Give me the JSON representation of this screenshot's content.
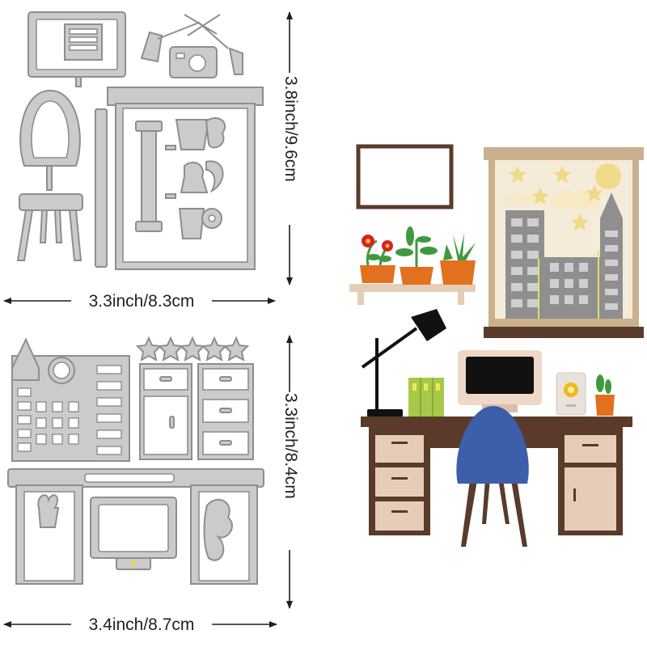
{
  "dimensions": {
    "top_width": "3.3inch/8.3cm",
    "top_height": "3.8inch/9.6cm",
    "bottom_width": "3.4inch/8.7cm",
    "bottom_height": "3.3inch/8.4cm"
  },
  "colors": {
    "die_fill": "#cbcbcb",
    "die_edge": "#8e8e8e",
    "wood_dark": "#5a3a2a",
    "frame_tan": "#c9b08e",
    "beige": "#e6cdb8",
    "window_sky": "#f4ecd8",
    "gray_building": "#8f8f8f",
    "chair_blue": "#3d5ea9",
    "pot_orange": "#e1711f",
    "leaf_green": "#3f9a3f",
    "star_yellow": "#f1d98a",
    "lamp_black": "#111111",
    "lime_books": "#a8c84a",
    "arrow": "#1e1e1e"
  },
  "icons": {
    "monitor": "monitor-icon",
    "lamp": "desk-lamp-icon",
    "camera": "camera-icon",
    "chair": "chair-icon",
    "stool": "stool-icon",
    "plant": "potted-plant-icon",
    "star": "star-icon",
    "speaker": "speaker-icon",
    "books": "books-icon"
  }
}
